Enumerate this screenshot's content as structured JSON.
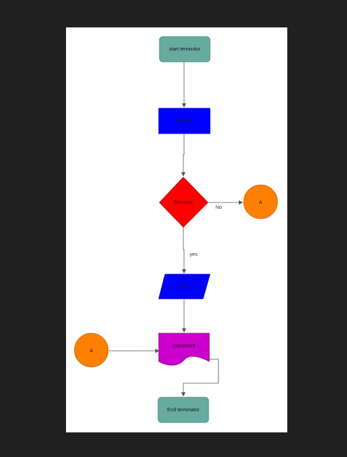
{
  "colors": {
    "backdrop": "#202020",
    "canvas": "#ffffff",
    "terminator": "#67ab9f",
    "process": "#0000ff",
    "decision": "#ff0000",
    "connector": "#ff8000",
    "data": "#0000ff",
    "document": "#cc00cc",
    "edge": "#555555"
  },
  "nodes": {
    "start": {
      "label": "start terminitor",
      "shape": "rounded-rectangle"
    },
    "process": {
      "label": "Process",
      "shape": "rectangle"
    },
    "decision": {
      "label": "Decision",
      "shape": "diamond"
    },
    "connector_right": {
      "label": "A",
      "shape": "circle"
    },
    "data": {
      "label": "Data",
      "shape": "parallelogram"
    },
    "connector_left": {
      "label": "A",
      "shape": "circle"
    },
    "document": {
      "label": "Document",
      "shape": "document"
    },
    "end": {
      "label": "End terminator",
      "shape": "rounded-rectangle"
    }
  },
  "edges": {
    "no_label": "No",
    "yes_label": "yes"
  }
}
